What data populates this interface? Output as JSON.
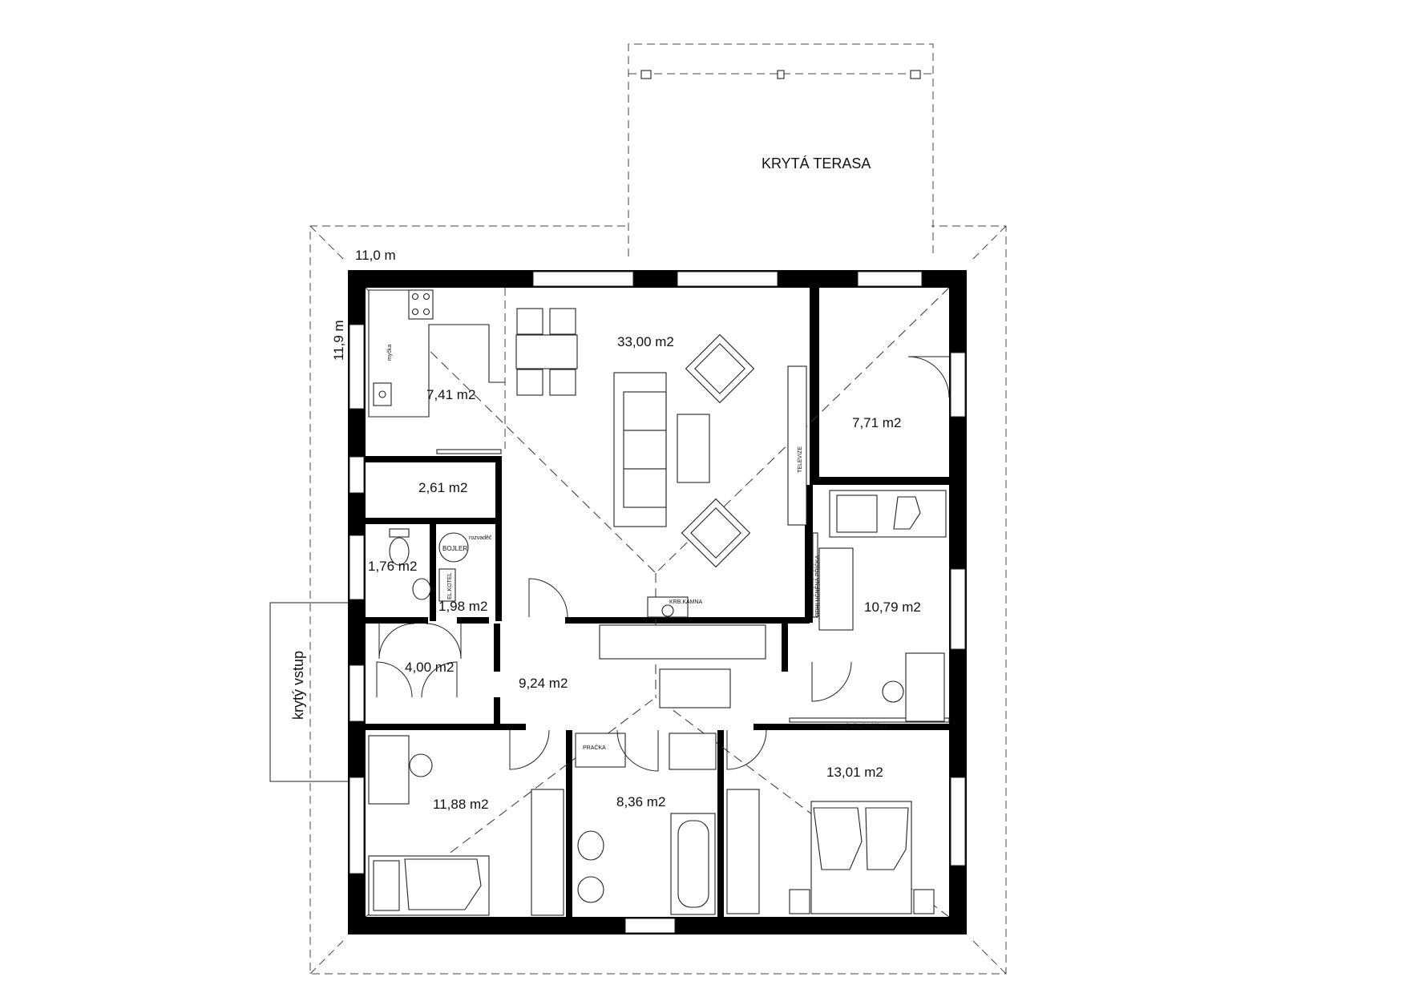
{
  "terrace": {
    "label": "KRYTÁ TERASA"
  },
  "entrance": {
    "label": "krytý vstup"
  },
  "dimensions": {
    "width": "11,0 m",
    "depth": "11,9 m"
  },
  "rooms": {
    "kitchen": "7,41 m2",
    "living": "33,00 m2",
    "bedroom_ne": "7,71 m2",
    "pantry": "2,61 m2",
    "wc": "1,76 m2",
    "tech": "1,98 m2",
    "bedroom_e": "10,79 m2",
    "vestibule": "4,00 m2",
    "hall": "9,24 m2",
    "bedroom_sw": "11,88 m2",
    "bathroom": "8,36 m2",
    "bedroom_se": "13,01 m2"
  },
  "fixtures": {
    "dishwasher": "myčka",
    "tv": "TELEVIZE",
    "stove": "KRB.KAMNA",
    "boiler": "BOJLER",
    "electric_boiler": "EL.KOTEL",
    "switchboard": "rozvaděč",
    "washer": "PRAČKA",
    "soundproof_1": "ODHLUČNĚNÁ PŘÍČKA",
    "soundproof_2": "ODHLUČNĚNÁ PŘÍČKA"
  }
}
